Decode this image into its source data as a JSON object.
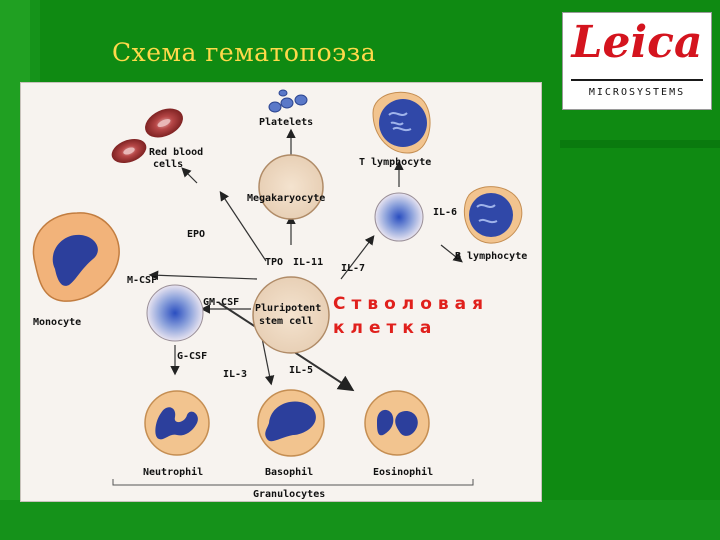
{
  "slide": {
    "title": "Схема гематопоэза",
    "background_color": "#0f8a12",
    "title_color": "#ffd94a"
  },
  "logo": {
    "word": "Leica",
    "sub": "MICROSYSTEMS",
    "color": "#d4141e"
  },
  "diagram": {
    "cells": {
      "platelets": "Platelets",
      "red_blood_cells_1": "Red blood",
      "red_blood_cells_2": "cells",
      "t_lymphocyte": "T lymphocyte",
      "megakaryocyte": "Megakaryocyte",
      "b_lymphocyte": "B lymphocyte",
      "monocyte": "Monocyte",
      "stem_cell_1": "Pluripotent",
      "stem_cell_2": "stem cell",
      "neutrophil": "Neutrophil",
      "basophil": "Basophil",
      "eosinophil": "Eosinophil",
      "granulocytes": "Granulocytes"
    },
    "factors": {
      "epo": "EPO",
      "tpo": "TPO",
      "il11": "IL-11",
      "il6": "IL-6",
      "il7": "IL-7",
      "mcsf": "M-CSF",
      "gmcsf": "GM-CSF",
      "gcsf": "G-CSF",
      "il3": "IL-3",
      "il5": "IL-5"
    },
    "russian_label_1": "Стволовая",
    "russian_label_2": "клетка"
  }
}
